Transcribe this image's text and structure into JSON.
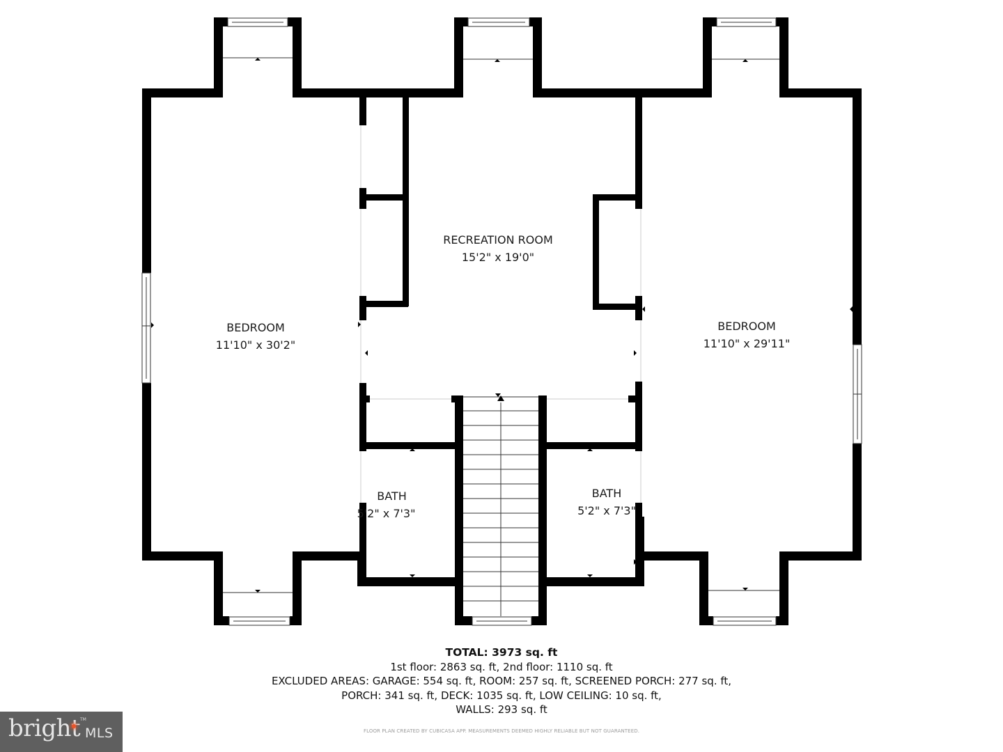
{
  "rooms": [
    {
      "name": "BEDROOM",
      "dimensions": "11'10\" x 30'2\""
    },
    {
      "name": "RECREATION ROOM",
      "dimensions": "15'2\" x 19'0\""
    },
    {
      "name": "BEDROOM",
      "dimensions": "11'10\" x 29'11\""
    },
    {
      "name": "BATH",
      "dimensions": "5'2\" x 7'3\""
    },
    {
      "name": "BATH",
      "dimensions": "5'2\" x 7'3\""
    }
  ],
  "summary": {
    "total": "TOTAL: 3973 sq. ft",
    "floors": "1st floor: 2863 sq. ft, 2nd floor: 1110 sq. ft",
    "excluded_line1": "EXCLUDED AREAS: GARAGE: 554 sq. ft, ROOM: 257 sq. ft, SCREENED PORCH: 277 sq. ft,",
    "excluded_line2": "PORCH: 341 sq. ft, DECK: 1035 sq. ft, LOW CEILING: 10 sq. ft,",
    "excluded_line3": "WALLS: 293 sq. ft"
  },
  "disclaimer": "FLOOR PLAN CREATED BY CUBICASA APP. MEASUREMENTS DEEMED HIGHLY RELIABLE BUT NOT GUARANTEED.",
  "logo": {
    "brand": "bright",
    "suffix": "MLS",
    "tm": "TM"
  },
  "colors": {
    "wall": "#000000",
    "background": "#ffffff",
    "logo_bg": "#5f5f5f",
    "logo_accent": "#e8552b"
  }
}
